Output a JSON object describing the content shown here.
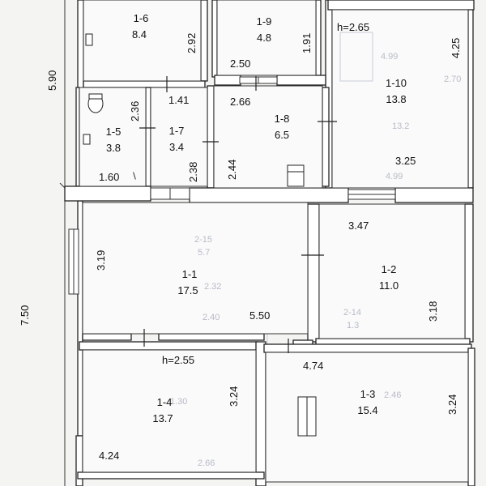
{
  "rooms": {
    "r16": {
      "id": "1-6",
      "area": "8.4"
    },
    "r19": {
      "id": "1-9",
      "area": "4.8"
    },
    "r110": {
      "id": "1-10",
      "area": "13.8"
    },
    "r15": {
      "id": "1-5",
      "area": "3.8"
    },
    "r17": {
      "id": "1-7",
      "area": "3.4"
    },
    "r18": {
      "id": "1-8",
      "area": "6.5"
    },
    "r11": {
      "id": "1-1",
      "area": "17.5"
    },
    "r12": {
      "id": "1-2",
      "area": "11.0"
    },
    "r14": {
      "id": "1-4",
      "area": "13.7"
    },
    "r13": {
      "id": "1-3",
      "area": "15.4"
    }
  },
  "heights": {
    "h_top": "h=2.65",
    "h_bottom": "h=2.55"
  },
  "dimensions": {
    "d590": "5.90",
    "d750": "7.50",
    "d292": "2.92",
    "d191": "1.91",
    "d250": "2.50",
    "d425": "4.25",
    "d236": "2.36",
    "d141": "1.41",
    "d266": "2.66",
    "d160": "1.60",
    "d238": "2.38",
    "d244": "2.44",
    "d325": "3.25",
    "d319": "3.19",
    "d347": "3.47",
    "d550": "5.50",
    "d318": "3.18",
    "d474": "4.74",
    "d324a": "3.24",
    "d324b": "3.24",
    "d424": "4.24"
  },
  "ghost_text": {
    "g1": "4.99",
    "g2": "2.70",
    "g3": "13.2",
    "g4": "4.99",
    "g5": "2-15",
    "g6": "5.7",
    "g7": "2.32",
    "g8": "2.40",
    "g9": "2-14",
    "g10": "1.3",
    "g11": "1.30",
    "g12": "2.66",
    "g13": "2.46"
  }
}
